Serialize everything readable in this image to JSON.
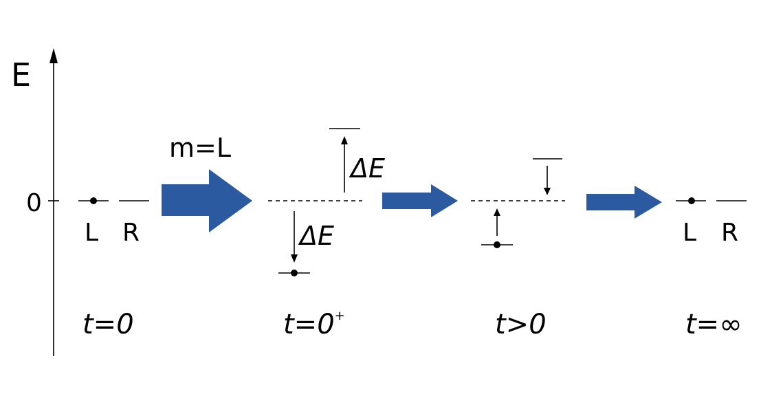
{
  "axis": {
    "energy_label": "E",
    "zero_label": "0"
  },
  "transition_label": "m=L",
  "level_labels": {
    "left": "L",
    "right": "R"
  },
  "delta_label": "ΔE",
  "time_labels": [
    "t=0",
    "t=0",
    "t>0",
    "t=∞"
  ],
  "time_superscript": "+",
  "colors": {
    "arrow": "#2b5aa0",
    "ink": "#000000"
  }
}
